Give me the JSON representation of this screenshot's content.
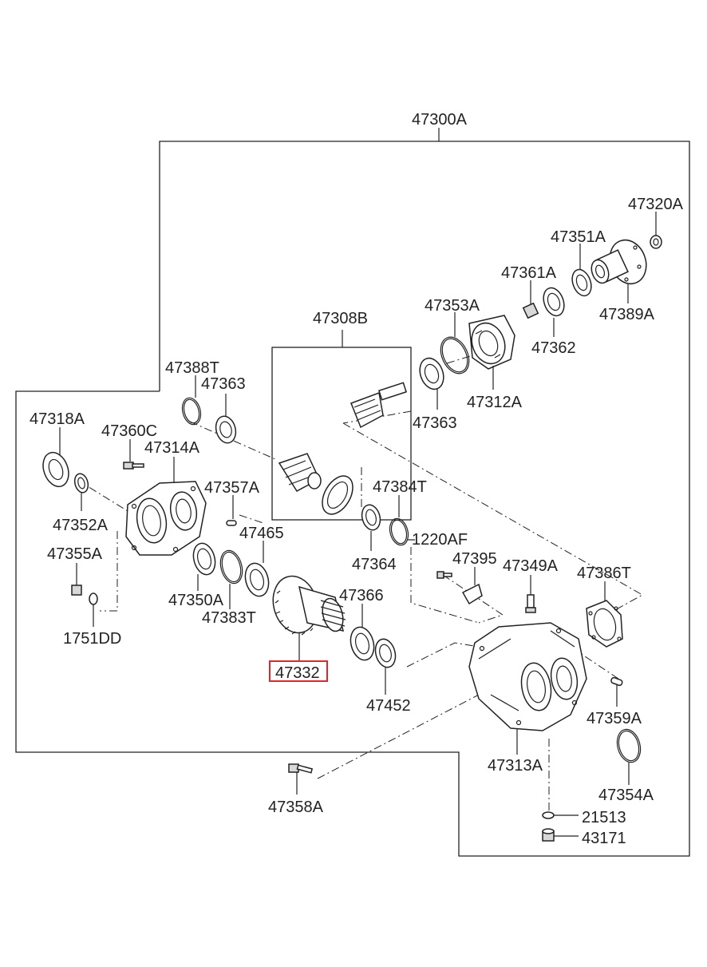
{
  "assembly_label": "47300A",
  "highlighted_part": "47332",
  "part_labels": {
    "p47320A": "47320A",
    "p47351A": "47351A",
    "p47361A": "47361A",
    "p47389A": "47389A",
    "p47353A": "47353A",
    "p47362": "47362",
    "p47308B": "47308B",
    "p47388T": "47388T",
    "p47363a": "47363",
    "p47312A": "47312A",
    "p47363b": "47363",
    "p47318A": "47318A",
    "p47360C": "47360C",
    "p47314A": "47314A",
    "p47357A": "47357A",
    "p47384T": "47384T",
    "p47352A": "47352A",
    "p47465": "47465",
    "p1220AF": "1220AF",
    "p47395": "47395",
    "p47355A": "47355A",
    "p47364": "47364",
    "p47349A": "47349A",
    "p47386T": "47386T",
    "p47350A": "47350A",
    "p47366": "47366",
    "p47383T": "47383T",
    "p1751DD": "1751DD",
    "p47332": "47332",
    "p47452": "47452",
    "p47359A": "47359A",
    "p47313A": "47313A",
    "p47354A": "47354A",
    "p47358A": "47358A",
    "p21513": "21513",
    "p43171": "43171"
  }
}
